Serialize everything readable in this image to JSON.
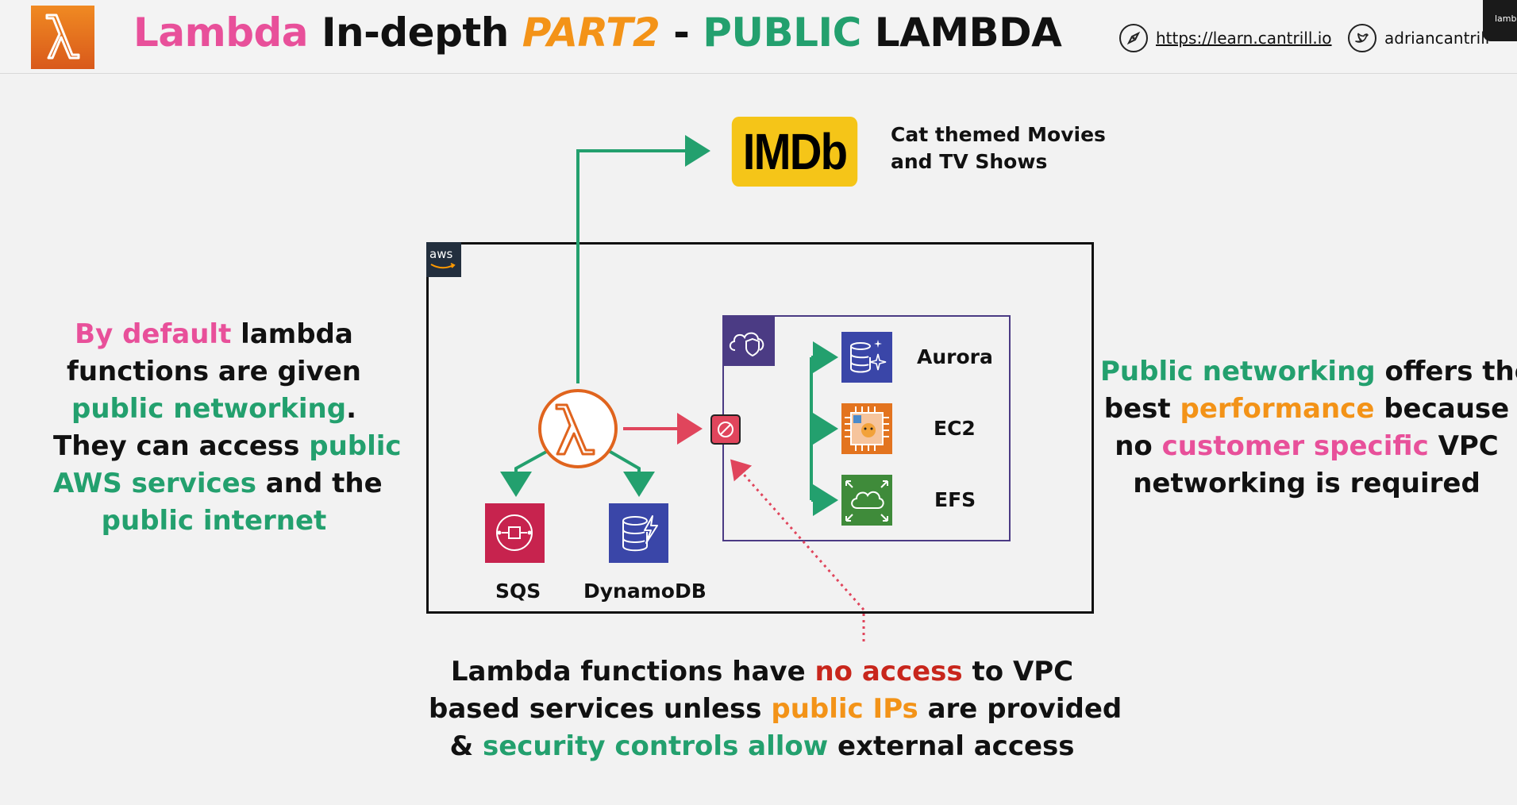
{
  "header": {
    "title_part1": "Lambda",
    "title_part2": " In-depth ",
    "title_part3": "PART2",
    "title_part4": " - ",
    "title_part5": "PUBLIC",
    "title_part6": " LAMBDA",
    "site_url": "https://learn.cantrill.io",
    "twitter_handle": "adriancantrill",
    "corner_tab_text": "lamb"
  },
  "left_text": {
    "lines": [
      [
        {
          "t": "By default",
          "c": "pink"
        },
        {
          "t": " lambda",
          "c": "black"
        }
      ],
      [
        {
          "t": "functions are given",
          "c": "black"
        }
      ],
      [
        {
          "t": "public networking",
          "c": "green"
        },
        {
          "t": ".",
          "c": "black"
        }
      ],
      [
        {
          "t": "They can access ",
          "c": "black"
        },
        {
          "t": "public",
          "c": "green"
        }
      ],
      [
        {
          "t": "AWS services",
          "c": "green"
        },
        {
          "t": " and the",
          "c": "black"
        }
      ],
      [
        {
          "t": "public internet",
          "c": "green"
        }
      ]
    ]
  },
  "right_text": {
    "lines": [
      [
        {
          "t": "Public networking",
          "c": "green"
        },
        {
          "t": " offers the",
          "c": "black"
        }
      ],
      [
        {
          "t": "best ",
          "c": "black"
        },
        {
          "t": "performance",
          "c": "orange"
        },
        {
          "t": " because",
          "c": "black"
        }
      ],
      [
        {
          "t": "no ",
          "c": "black"
        },
        {
          "t": "customer specific",
          "c": "pink"
        },
        {
          "t": " VPC",
          "c": "black"
        }
      ],
      [
        {
          "t": "networking is required",
          "c": "black"
        }
      ]
    ]
  },
  "bottom_text": {
    "lines": [
      [
        {
          "t": "Lambda functions have ",
          "c": "black"
        },
        {
          "t": "no access",
          "c": "red"
        },
        {
          "t": " to VPC",
          "c": "black"
        }
      ],
      [
        {
          "t": "based services unless ",
          "c": "black"
        },
        {
          "t": "public IPs",
          "c": "orange"
        },
        {
          "t": " are provided",
          "c": "black"
        }
      ],
      [
        {
          "t": "& ",
          "c": "black"
        },
        {
          "t": "security controls allow",
          "c": "green"
        },
        {
          "t": " external access",
          "c": "black"
        }
      ]
    ]
  },
  "imdb": {
    "logo_text": "IMDb",
    "caption_line1": "Cat themed Movies",
    "caption_line2": "and TV Shows"
  },
  "aws_tag": "aws",
  "services": {
    "sqs": "SQS",
    "dynamodb": "DynamoDB",
    "aurora": "Aurora",
    "ec2": "EC2",
    "efs": "EFS"
  },
  "colors": {
    "pink": "#e8509a",
    "green": "#23a06e",
    "orange": "#f39318",
    "red": "#c8261c",
    "lambda_orange": "#e0641e",
    "blocked_red": "#e0455c",
    "vpc_purple": "#4b3b84",
    "imdb_yellow": "#f5c518"
  },
  "icons": [
    "lambda-icon",
    "compass-icon",
    "twitter-icon",
    "aws-logo",
    "vpc-shield-icon",
    "blocked-icon",
    "sqs-icon",
    "dynamodb-icon",
    "aurora-icon",
    "ec2-icon",
    "efs-icon"
  ]
}
